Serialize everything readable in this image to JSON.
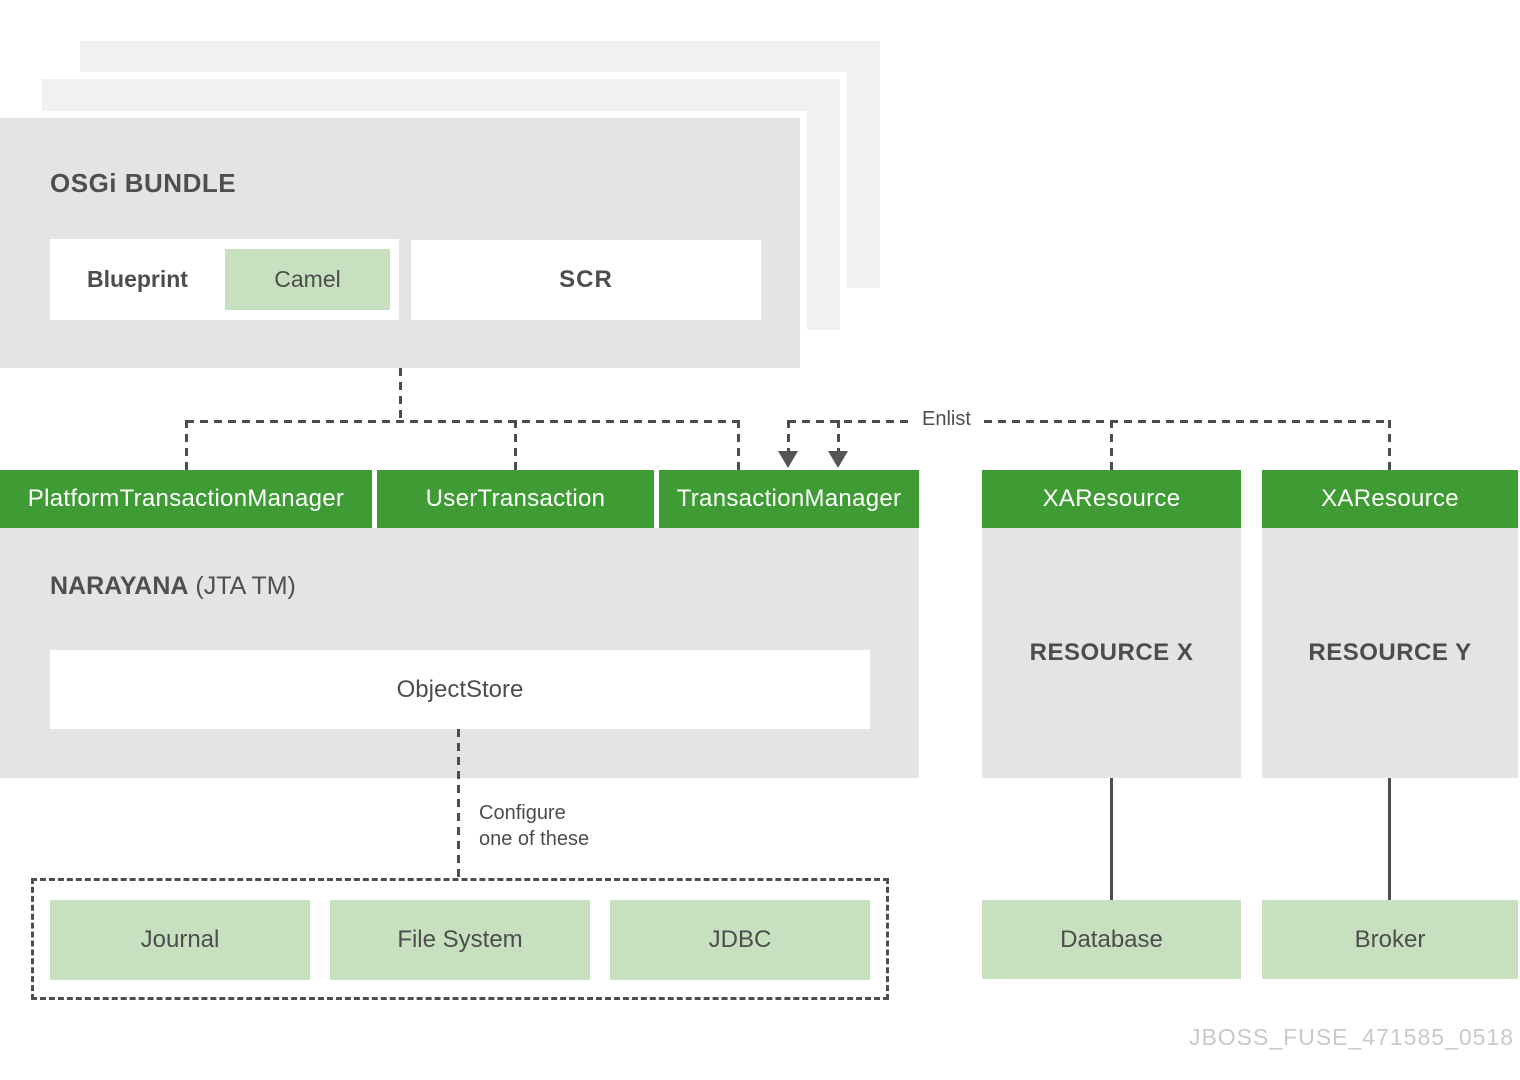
{
  "diagram": {
    "bundle": {
      "title": "OSGi BUNDLE",
      "blueprint_label": "Blueprint",
      "camel_label": "Camel",
      "scr_label": "SCR"
    },
    "tx_row": {
      "platform_transaction_manager": "PlatformTransactionManager",
      "user_transaction": "UserTransaction",
      "transaction_manager": "TransactionManager",
      "xa_resource_1": "XAResource",
      "xa_resource_2": "XAResource"
    },
    "narayana": {
      "title_bold": "NARAYANA",
      "title_rest": " (JTA TM)",
      "objectstore_label": "ObjectStore"
    },
    "resources": {
      "resource_x": "RESOURCE X",
      "resource_y": "RESOURCE Y"
    },
    "labels": {
      "enlist": "Enlist",
      "configure_line1": "Configure",
      "configure_line2": "one of these"
    },
    "stores": [
      "Journal",
      "File System",
      "JDBC"
    ],
    "endpoints": {
      "database": "Database",
      "broker": "Broker"
    },
    "watermark": "JBOSS_FUSE_471585_0518",
    "colors": {
      "green": "#3f9c35",
      "light_green": "#c7e1c0",
      "gray": "#e4e4e4",
      "light_gray": "#f1f1f1",
      "line": "#4d4d4d",
      "watermark": "#c9c9c9"
    }
  }
}
